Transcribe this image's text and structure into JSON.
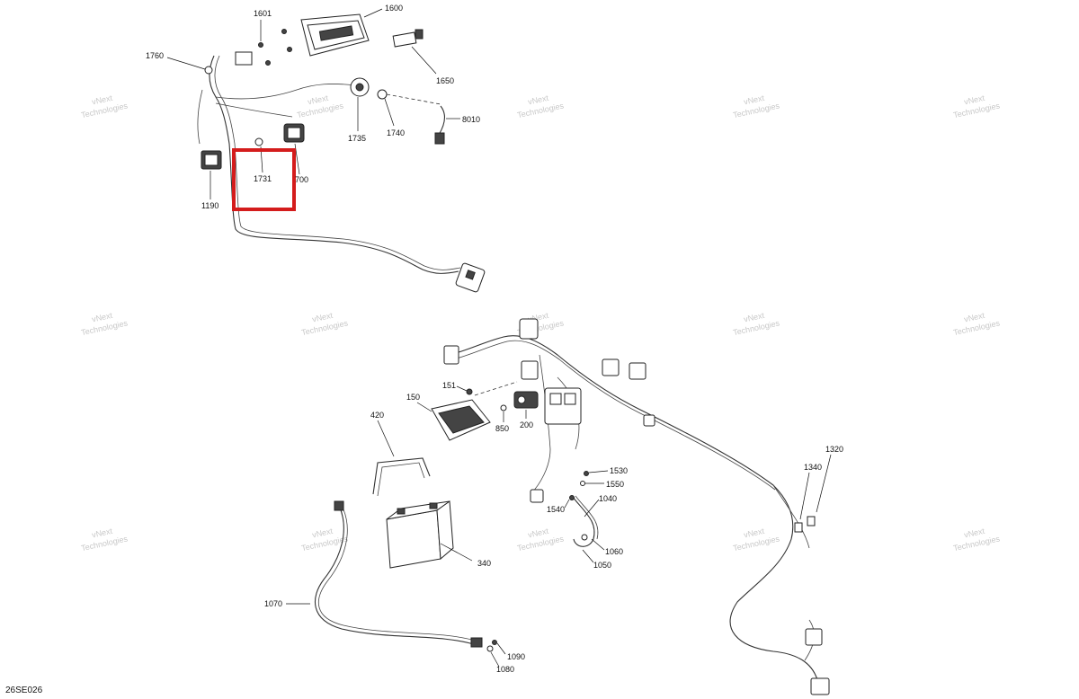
{
  "diagram_code": "26SE026",
  "watermark": {
    "line1": "vNext",
    "line2": "Technologies"
  },
  "highlighted_part": "1731",
  "parts": {
    "p1600": "1600",
    "p1601": "1601",
    "p1650": "1650",
    "p1760": "1760",
    "p8010": "8010",
    "p1735": "1735",
    "p1740": "1740",
    "p1731": "1731",
    "p700": "700",
    "p1190": "1190",
    "p151": "151",
    "p150": "150",
    "p420": "420",
    "p200": "200",
    "p850": "850",
    "p1530": "1530",
    "p1550": "1550",
    "p1040": "1040",
    "p1540": "1540",
    "p1060": "1060",
    "p1050": "1050",
    "p340": "340",
    "p1070": "1070",
    "p1090": "1090",
    "p1080": "1080",
    "p1320": "1320",
    "p1340": "1340"
  }
}
